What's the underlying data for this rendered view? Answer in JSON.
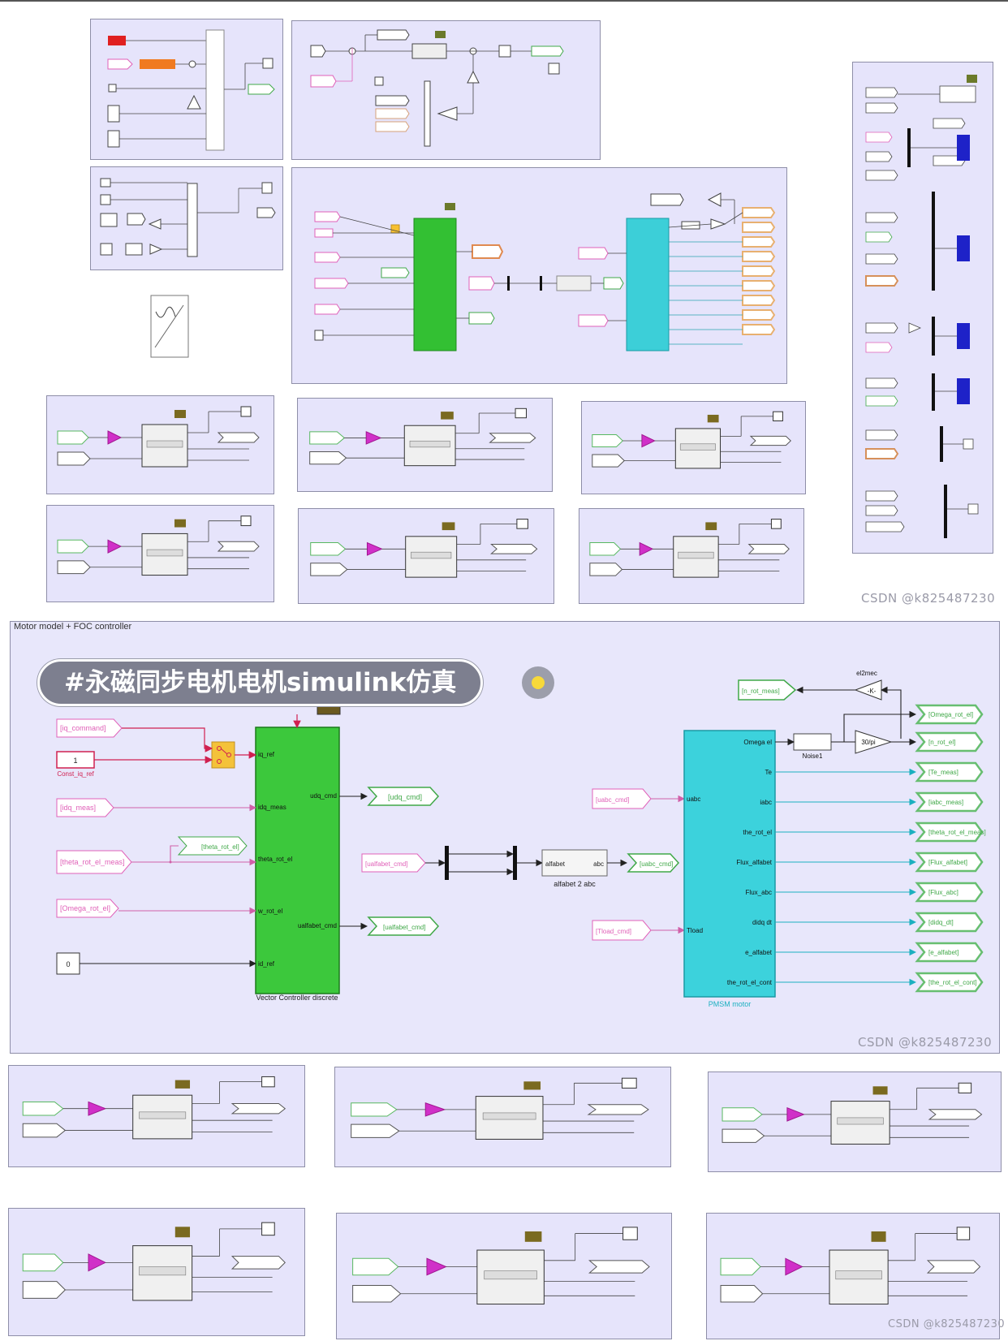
{
  "main_panel": {
    "title": "Motor model + FOC controller",
    "banner": "#永磁同步电机电机simulink仿真",
    "inputs": {
      "iq_command": "[iq_command]",
      "const_value": "1",
      "const_label": "Const_iq_ref",
      "idq_meas": "[idq_meas]",
      "theta_goto": "[theta_rot_el]",
      "theta_from": "[theta_rot_el_meas]",
      "omega_from": "[Omega_rot_el]",
      "zero_const": "0"
    },
    "controller": {
      "name": "Vector Controller discrete",
      "ports_in": [
        "iq_ref",
        "idq_meas",
        "theta_rot_el",
        "w_rot_el",
        "id_ref"
      ],
      "ports_out": [
        "udq_cmd",
        "ualfabet_cmd"
      ]
    },
    "outputs": {
      "udq_cmd": "[udq_cmd]",
      "ualfabet_cmd": "[ualfabet_cmd]",
      "ualfabet_from": "[ualfabet_cmd]",
      "uabc_goto": "[uabc_cmd]",
      "uabc_from": "[uabc_cmd]",
      "tload_from": "[Tload_cmd]"
    },
    "transform": {
      "name": "alfabet 2 abc",
      "in_port": "alfabet",
      "out_port": "abc"
    },
    "motor": {
      "name": "PMSM motor",
      "ports_in": [
        "uabc",
        "Tload"
      ],
      "ports_out": [
        "Omega el",
        "Te",
        "iabc",
        "the_rot_el",
        "Flux_alfabet",
        "Flux_abc",
        "didq dt",
        "e_alfabet",
        "the_rot_el_cont"
      ]
    },
    "feedback": {
      "n_rot_meas": "[n_rot_meas]",
      "gain_name": "el2mec",
      "gain_value": "-K-",
      "noise_name": "Noise1",
      "conv_value": "30/pi"
    },
    "gotos": [
      "[Omega_rot_el]",
      "[n_rot_el]",
      "[Te_meas]",
      "[iabc_meas]",
      "[theta_rot_el_meas]",
      "[Flux_alfabet]",
      "[Flux_abc]",
      "[didq_dt]",
      "[e_alfabet]",
      "[the_rot_el_cont]"
    ]
  },
  "watermarks": [
    "CSDN @k825487230",
    "CSDN @k825487230",
    "CSDN @k825487230"
  ],
  "colors": {
    "panel_bg": "#e6e4fb",
    "controller_green": "#33c033",
    "motor_cyan": "#3ccfd8",
    "source_pink": "#e060b8",
    "goto_green": "#40a848",
    "gain_magenta": "#d030c8",
    "scope_olive": "#6b7a2a"
  }
}
